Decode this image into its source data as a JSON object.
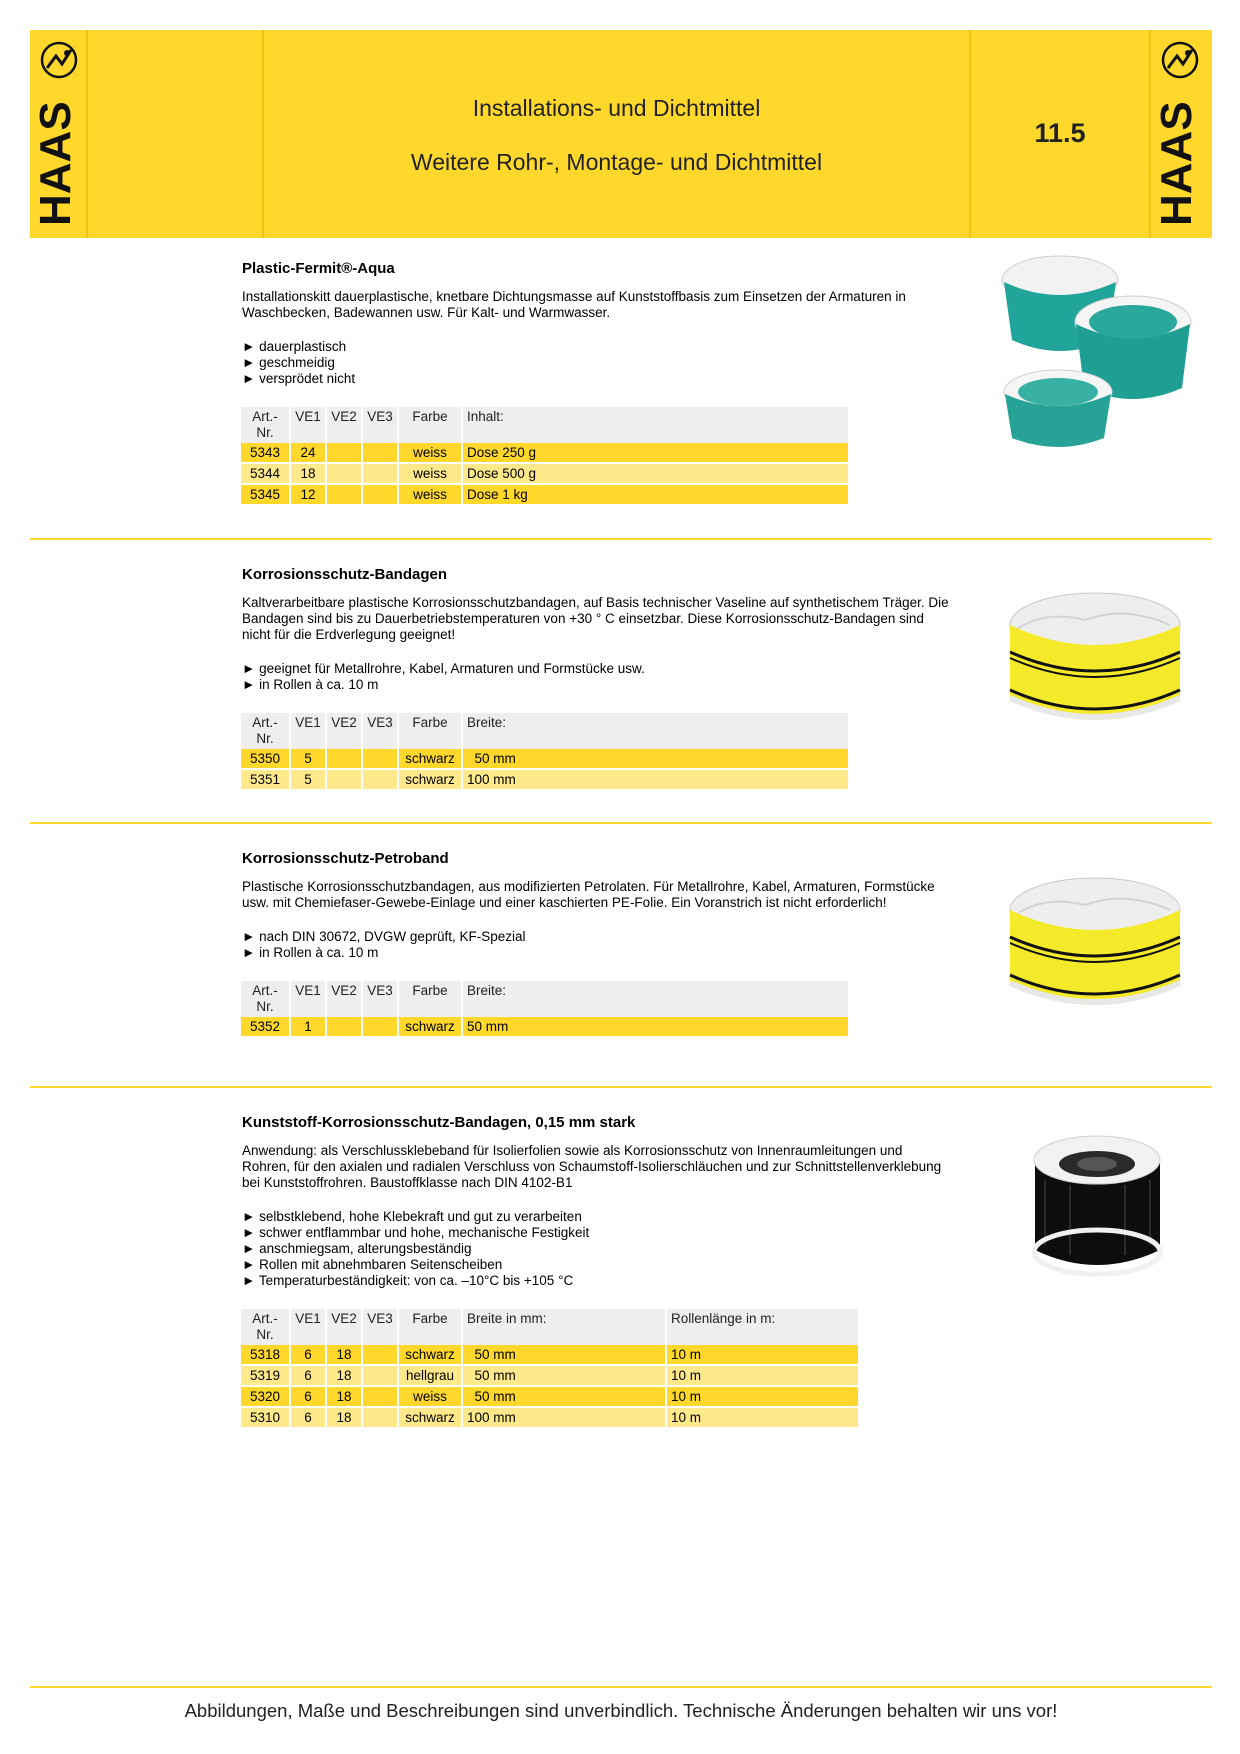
{
  "header": {
    "logo_text": "HAAS",
    "title_line1": "Installations- und Dichtmittel",
    "title_line2": "Weitere Rohr-, Montage- und Dichtmittel",
    "section_number": "11.5"
  },
  "products": [
    {
      "title": "Plastic-Fermit®-Aqua",
      "description": "Installationskitt dauerplastische, knetbare Dichtungsmasse auf Kunststoffbasis zum Einsetzen der Armaturen in Waschbecken, Badewannen usw. Für Kalt- und Warmwasser.",
      "bullets": [
        "► dauerplastisch",
        "► geschmeidig",
        "► versprödet nicht"
      ],
      "columns": [
        "Art.-Nr.",
        "VE1",
        "VE2",
        "VE3",
        "Farbe",
        "Inhalt:"
      ],
      "rows": [
        [
          "5343",
          "24",
          "",
          "",
          "weiss",
          "Dose 250 g"
        ],
        [
          "5344",
          "18",
          "",
          "",
          "weiss",
          "Dose 500 g"
        ],
        [
          "5345",
          "12",
          "",
          "",
          "weiss",
          "Dose 1 kg"
        ]
      ]
    },
    {
      "title": "Korrosionsschutz-Bandagen",
      "description": "Kaltverarbeitbare plastische Korrosionsschutzbandagen, auf Basis technischer Vaseline auf synthetischem Träger. Die Bandagen sind bis zu Dauerbetriebstemperaturen von +30 ° C einsetzbar. Diese Korrosionsschutz-Bandagen sind nicht für die Erdverlegung geeignet!",
      "bullets": [
        "► geeignet für Metallrohre, Kabel, Armaturen und Formstücke usw.",
        "► in Rollen à ca. 10 m"
      ],
      "columns": [
        "Art.-Nr.",
        "VE1",
        "VE2",
        "VE3",
        "Farbe",
        "Breite:"
      ],
      "rows": [
        [
          "5350",
          "5",
          "",
          "",
          "schwarz",
          "  50 mm"
        ],
        [
          "5351",
          "5",
          "",
          "",
          "schwarz",
          "100 mm"
        ]
      ]
    },
    {
      "title": "Korrosionsschutz-Petroband",
      "description": "Plastische Korrosionsschutzbandagen, aus modifizierten Petrolaten. Für Metallrohre, Kabel, Armaturen, Formstücke usw. mit Chemiefaser-Gewebe-Einlage und einer kaschierten PE-Folie. Ein Voranstrich ist nicht erforderlich!",
      "bullets": [
        "► nach DIN 30672, DVGW geprüft, KF-Spezial",
        "► in Rollen à ca. 10 m"
      ],
      "columns": [
        "Art.-Nr.",
        "VE1",
        "VE2",
        "VE3",
        "Farbe",
        "Breite:"
      ],
      "rows": [
        [
          "5352",
          "1",
          "",
          "",
          "schwarz",
          "50 mm"
        ]
      ]
    },
    {
      "title": "Kunststoff-Korrosionsschutz-Bandagen, 0,15 mm stark",
      "description": "Anwendung: als Verschlussklebeband für Isolierfolien sowie als Korrosionsschutz von Innenraumleitungen und Rohren, für den axialen und radialen Verschluss von Schaumstoff-Isolierschläuchen und zur Schnittstellenverklebung bei Kunststoffrohren. Baustoffklasse nach DIN 4102-B1",
      "bullets": [
        "► selbstklebend, hohe Klebekraft und gut zu verarbeiten",
        "► schwer entflammbar und hohe, mechanische Festigkeit",
        "► anschmiegsam, alterungsbeständig",
        "► Rollen mit abnehmbaren Seitenscheiben",
        "► Temperaturbeständigkeit:  von ca. –10°C bis +105 °C"
      ],
      "columns": [
        "Art.-Nr.",
        "VE1",
        "VE2",
        "VE3",
        "Farbe",
        "Breite in mm:",
        "Rollenlänge in m:"
      ],
      "rows": [
        [
          "5318",
          "6",
          "18",
          "",
          "schwarz",
          "  50 mm",
          "10 m"
        ],
        [
          "5319",
          "6",
          "18",
          "",
          "hellgrau",
          "  50 mm",
          "10 m"
        ],
        [
          "5320",
          "6",
          "18",
          "",
          "weiss",
          "  50 mm",
          "10 m"
        ],
        [
          "5310",
          "6",
          "18",
          "",
          "schwarz",
          "100 mm",
          "10 m"
        ]
      ]
    }
  ],
  "footer": "Abbildungen, Maße und Beschreibungen sind unverbindlich. Technische Änderungen behalten wir uns vor!",
  "colors": {
    "brand_yellow": "#ffd82b",
    "row_light": "#ffe98a",
    "header_grey": "#eeeeee"
  },
  "icons": [
    "haas-logo-icon",
    "tub-icon",
    "tape-roll-icon"
  ]
}
